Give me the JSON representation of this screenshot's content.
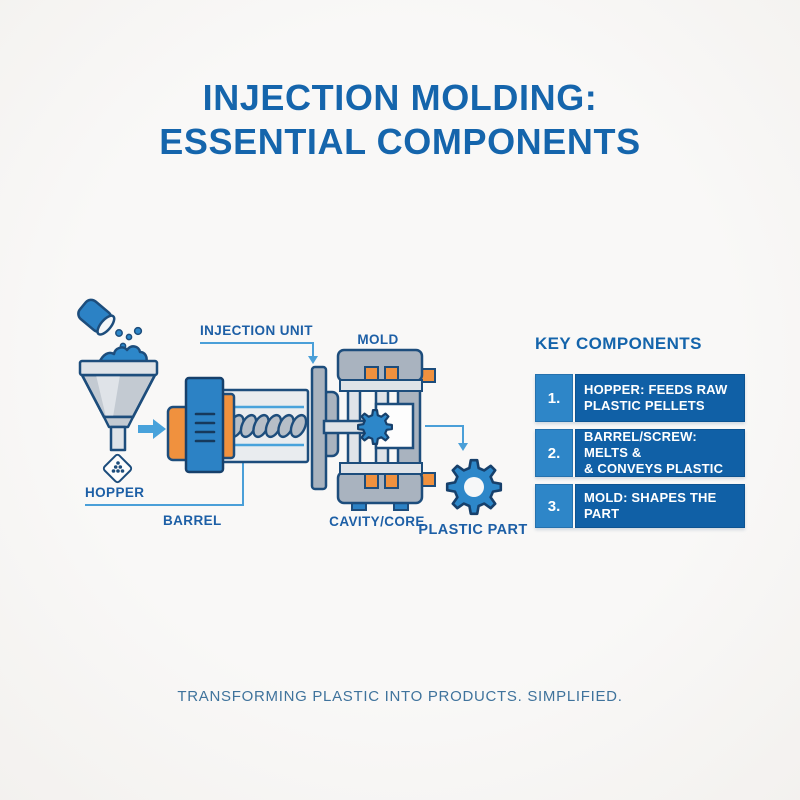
{
  "title": {
    "line1": "INJECTION MOLDING:",
    "line2": "ESSENTIAL COMPONENTS"
  },
  "diagram": {
    "labels": {
      "injection_unit": "INJECTION UNIT",
      "mold": "MOLD",
      "hopper": "HOPPER",
      "barrel": "BARREL",
      "cavity_core": "CAVITY/CORE",
      "plastic_part": "PLASTIC PART"
    },
    "icons": [
      "pour-cup-icon",
      "pellets-icon",
      "hopper-funnel-icon",
      "diamond-pellet-badge-icon",
      "feed-arrow-icon",
      "injection-unit-machine-icon",
      "screw-icon",
      "mold-clamp-icon",
      "plastic-part-gear-icon"
    ]
  },
  "key_components": {
    "heading": "KEY COMPONENTS",
    "items": [
      {
        "number": "1.",
        "line1": "HOPPER: FEEDS RAW",
        "line2": "PLASTIC PELLETS"
      },
      {
        "number": "2.",
        "line1": "BARREL/SCREW: MELTS &",
        "line2": "& CONVEYS PLASTIC"
      },
      {
        "number": "3.",
        "line1": "MOLD: SHAPES THE PART",
        "line2": ""
      }
    ]
  },
  "footer": {
    "tagline": "TRANSFORMING PLASTIC INTO PRODUCTS. SIMPLIFIED."
  },
  "colors": {
    "title_blue": "#1565ac",
    "label_blue": "#1d5fa6",
    "machine_blue": "#2c82c5",
    "gear_blue": "#2d87c9",
    "outline_navy": "#1d4d7c",
    "accent_orange": "#f0913e",
    "callout_blue": "#4a9fd8",
    "panel_number_bg": "#2e86c8",
    "panel_body_bg": "#1060a6",
    "panel_text": "#ffffff",
    "footer_blue": "#3f739c"
  }
}
